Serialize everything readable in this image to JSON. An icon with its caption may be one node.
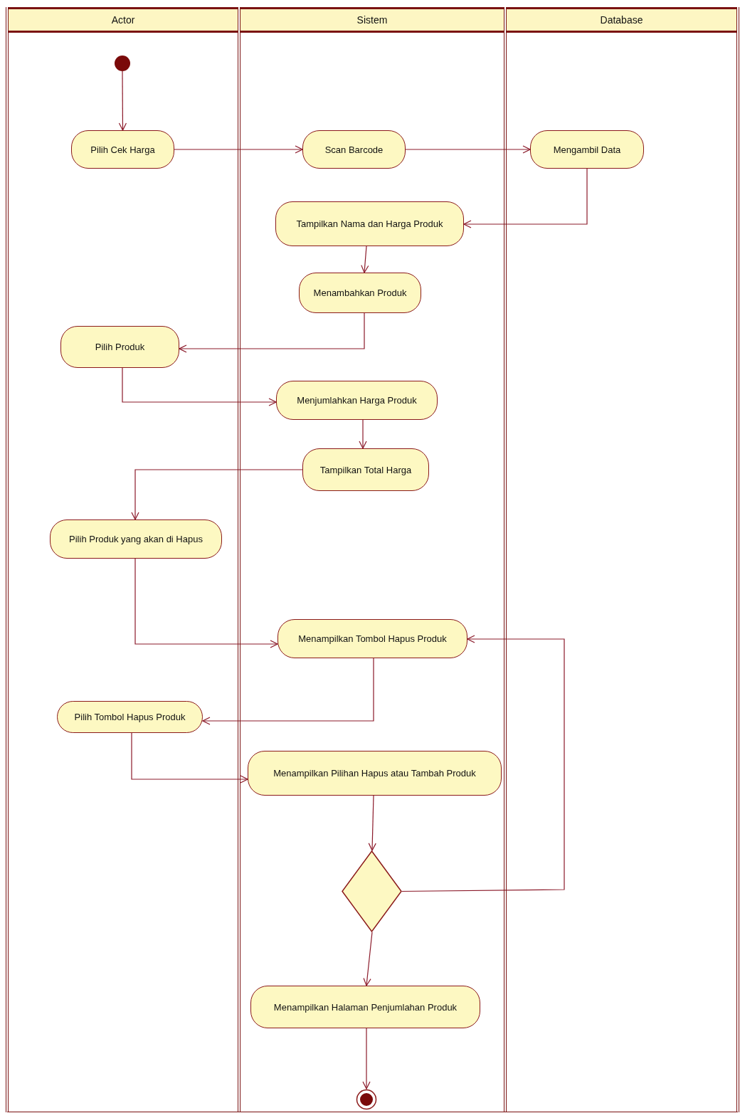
{
  "diagram": {
    "nodes": [
      {
        "text": [
          "Actor"
        ]
      },
      {
        "text": [
          "Sistem"
        ]
      },
      {
        "text": [
          "Database"
        ]
      },
      {
        "text": [],
        "shape": "circle",
        "in": 0
      },
      {
        "text": [
          "Pilih Cek Harga"
        ],
        "in": 0
      },
      {
        "text": [
          "Scan Barcode"
        ],
        "in": 1
      },
      {
        "text": [
          "Mengambil Data"
        ],
        "in": 2
      },
      {
        "text": [
          "Tampilkan Nama dan Harga Produk"
        ],
        "in": 1
      },
      {
        "text": [
          "Menambahkan Produk"
        ],
        "in": 1
      },
      {
        "text": [
          "Pilih Produk"
        ],
        "in": 0
      },
      {
        "text": [
          "Menjumlahkan Harga Produk"
        ],
        "in": 1
      },
      {
        "text": [
          "Tampilkan Total Harga"
        ],
        "in": 1
      },
      {
        "text": [
          "Pilih Produk yang akan di Hapus"
        ],
        "in": 0
      },
      {
        "text": [
          "Menampilkan Tombol Hapus Produk"
        ],
        "in": 1
      },
      {
        "text": [
          "Pilih Tombol Hapus Produk"
        ],
        "in": 0
      },
      {
        "text": [
          "Menampilkan Pilihan Hapus atau Tambah Produk"
        ],
        "in": 1
      },
      {
        "text": [],
        "shape": "diamond",
        "in": 1
      },
      {
        "text": [
          "Menampilkan Halaman Penjumlahan Produk"
        ],
        "in": 1
      },
      {
        "text": [],
        "shape": "circle",
        "in": 1
      }
    ],
    "edges": [
      {
        "from": 3,
        "to": 4,
        "arrow": "to"
      },
      {
        "from": 4,
        "to": 5,
        "arrow": "to"
      },
      {
        "from": 5,
        "to": 6,
        "arrow": "to"
      },
      {
        "from": 6,
        "to": 7,
        "arrow": "to"
      },
      {
        "from": 7,
        "to": 8,
        "arrow": "to"
      },
      {
        "from": 8,
        "to": 9,
        "arrow": "to"
      },
      {
        "from": 9,
        "to": 10,
        "arrow": "to"
      },
      {
        "from": 10,
        "to": 11,
        "arrow": "to"
      },
      {
        "from": 11,
        "to": 12,
        "arrow": "to"
      },
      {
        "from": 12,
        "to": 13,
        "arrow": "to"
      },
      {
        "from": 13,
        "to": 14,
        "arrow": "to"
      },
      {
        "from": 14,
        "to": 15,
        "arrow": "to"
      },
      {
        "from": 15,
        "to": 16,
        "arrow": "to"
      },
      {
        "from": 16,
        "to": 13,
        "arrow": "to"
      },
      {
        "from": 16,
        "to": 17,
        "arrow": "to"
      },
      {
        "from": 17,
        "to": 18,
        "arrow": "to"
      }
    ]
  }
}
